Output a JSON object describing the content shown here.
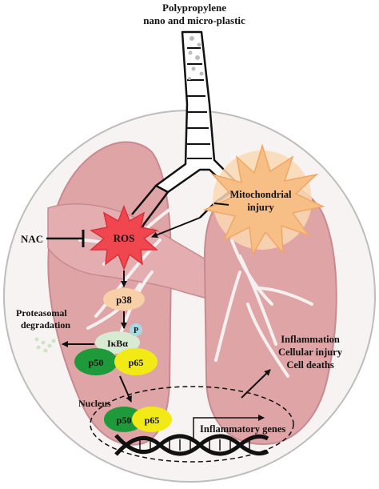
{
  "title": {
    "line1": "Polypropylene",
    "line2": "nano and micro-plastic"
  },
  "nodes": {
    "ros": "ROS",
    "nac": "NAC",
    "mito_line1": "Mitochondrial",
    "mito_line2": "injury",
    "p38": "p38",
    "p": "P",
    "ikba": "IκBα",
    "p50": "p50",
    "p65": "p65",
    "prot_line1": "Proteasomal",
    "prot_line2": "degradation",
    "nucleus": "Nucleus",
    "nuc_p50": "p50",
    "nuc_p65": "p65",
    "genes": "Inflammatory genes",
    "out_line1": "Inflammation",
    "out_line2": "Cellular injury",
    "out_line3": "Cell deaths"
  },
  "colors": {
    "lung": "#dfa4a6",
    "lung_dark": "#c98a8f",
    "ros": "#f0464f",
    "mito": "#f7bf86",
    "p38": "#f8cfa6",
    "ikba": "#d7ead2",
    "p_badge": "#a9d7e2",
    "p50": "#1f9a3a",
    "p65": "#f2ea16"
  }
}
